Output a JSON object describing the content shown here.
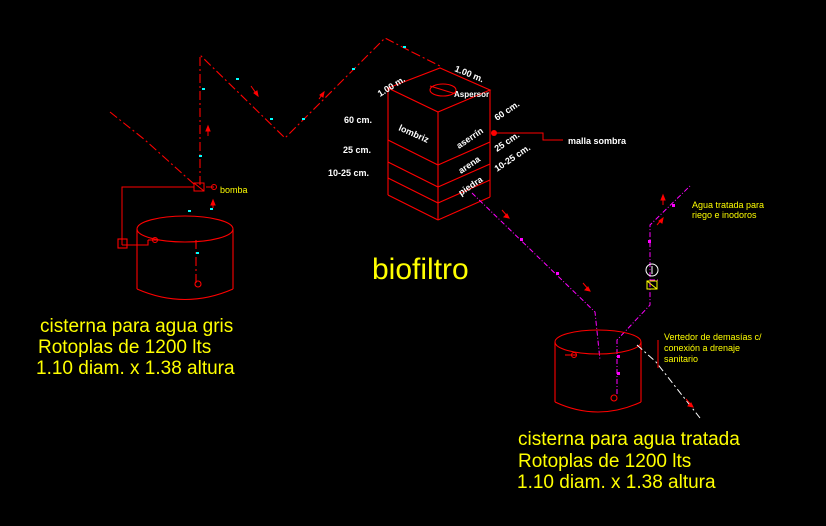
{
  "labels": {
    "title": "biofiltro",
    "pump": "bomba",
    "sprinkler": "Aspersor",
    "shade_mesh": "malla sombra",
    "dim_width_left": "1.00 m.",
    "dim_width_right": "1.00 m.",
    "layer_left_1": "60 cm.",
    "layer_left_2": "25 cm.",
    "layer_left_3": "10-25 cm.",
    "layer_right_1": "60 cm.",
    "layer_right_2": "25 cm.",
    "layer_right_3": "10-25 cm.",
    "material_worms": "lombriz",
    "material_sawdust": "aserrín",
    "material_sand": "arena",
    "material_stone": "piedra",
    "treated_use_1": "Agua tratada para",
    "treated_use_2": "riego e inodoros",
    "overflow_1": "Vertedor de demasías c/",
    "overflow_2": "conexión a drenaje",
    "overflow_3": "sanitario",
    "grey_tank_1": "cisterna para agua gris",
    "grey_tank_2": "Rotoplas de 1200 lts",
    "grey_tank_3": "1.10 diam. x 1.38 altura",
    "treated_tank_1": "cisterna para agua tratada",
    "treated_tank_2": "Rotoplas de 1200 lts",
    "treated_tank_3": "1.10 diam. x 1.38 altura"
  },
  "colors": {
    "background": "#000000",
    "outline": "#ff0000",
    "text": "#ffff00",
    "feed_pipe": "#ff0000",
    "marker": "#00ffff",
    "treated_pipe": "#ff00ff",
    "overflow_pipe": "#ffffff"
  }
}
